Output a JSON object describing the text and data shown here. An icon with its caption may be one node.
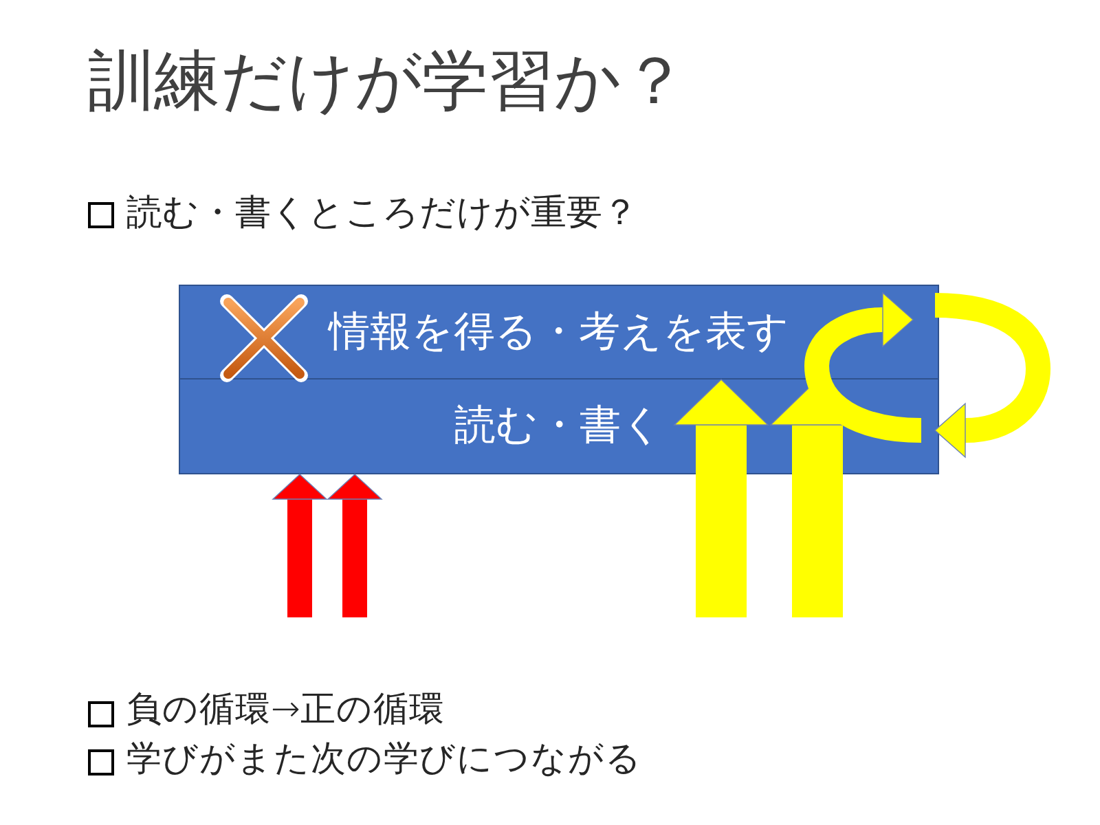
{
  "diagram": {
    "title": "訓練だけが学習か？",
    "nodes": [
      {
        "text": [
          "情報を得る・考えを表す"
        ]
      },
      {
        "text": [
          "読む・書く"
        ]
      }
    ],
    "edges": [
      {
        "from": null,
        "to": 1,
        "arrow": "to",
        "color": "#ff0000"
      },
      {
        "from": null,
        "to": 1,
        "arrow": "to",
        "color": "#ff0000"
      },
      {
        "from": null,
        "to": 0,
        "arrow": "to",
        "style": "thick"
      },
      {
        "from": null,
        "to": 0,
        "arrow": "to",
        "style": "thick"
      },
      {
        "from": 1,
        "to": 0,
        "arrow": "to"
      },
      {
        "from": 0,
        "to": 1,
        "arrow": "to"
      }
    ],
    "labels": [
      "読む・書くところだけが重要？",
      "負の循環→正の循環",
      "学びがまた次の学びにつながる"
    ]
  }
}
